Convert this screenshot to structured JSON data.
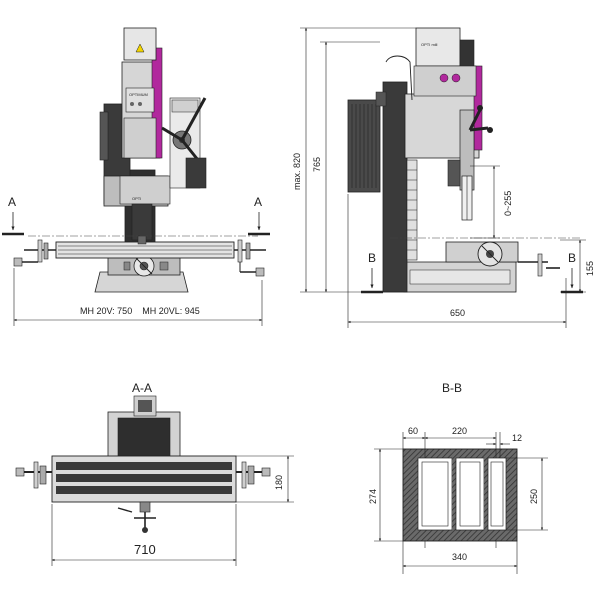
{
  "labels": {
    "section_a_left": "A",
    "section_a_right": "A",
    "section_b_left": "B",
    "section_b_right": "B",
    "section_aa_title": "A-A",
    "section_bb_title": "B-B"
  },
  "dimensions": {
    "front_width": "MH 20V: 750    MH 20VL: 945",
    "side_max_height": "max. 820",
    "side_height": "765",
    "spindle_travel": "0~255",
    "table_height": "155",
    "side_depth": "650",
    "table_length": "710",
    "table_width": "180",
    "bb_60": "60",
    "bb_220": "220",
    "bb_12": "12",
    "bb_274": "274",
    "bb_250": "250",
    "bb_340": "340"
  },
  "branding": {
    "panel_text": "OPTIMUM",
    "side_logo": "OPTI mill"
  },
  "colors": {
    "accent_magenta": "#b1289d",
    "machine_dark": "#3c3c3c",
    "machine_grey": "#9a9a9a",
    "machine_light": "#d9d9d9",
    "hatch_dark": "#4a4a4a"
  }
}
